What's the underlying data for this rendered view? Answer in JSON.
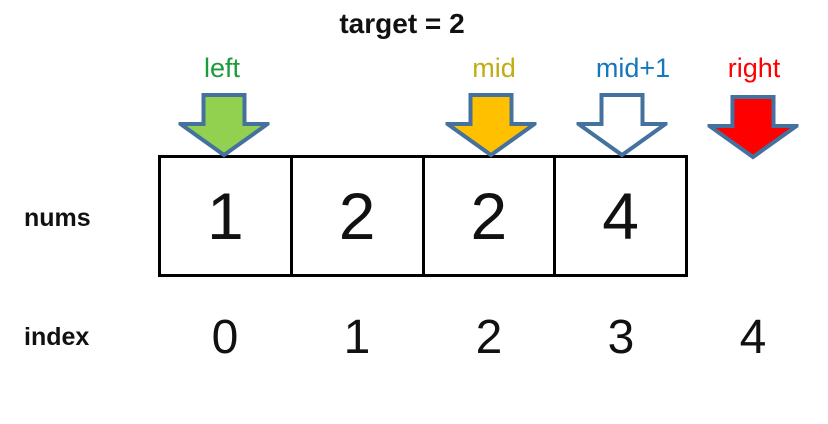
{
  "title": "target = 2",
  "colors": {
    "arrow_outline": "#44719e",
    "box_border": "#000000",
    "text": "#111111"
  },
  "pointers": [
    {
      "label": "left",
      "label_color": "#1b9b3c",
      "arrow_fill": "#92d050",
      "points_to_index": 0
    },
    {
      "label": "mid",
      "label_color": "#bfae12",
      "arrow_fill": "#ffc000",
      "points_to_index": 2
    },
    {
      "label": "mid+1",
      "label_color": "#1577bd",
      "arrow_fill": "#ffffff",
      "points_to_index": 3
    },
    {
      "label": "right",
      "label_color": "#ff0000",
      "arrow_fill": "#ff0000",
      "points_to_index": 4
    }
  ],
  "array_row": {
    "label": "nums",
    "values": [
      "1",
      "2",
      "2",
      "4"
    ]
  },
  "index_row": {
    "label": "index",
    "values": [
      "0",
      "1",
      "2",
      "3",
      "4"
    ]
  }
}
